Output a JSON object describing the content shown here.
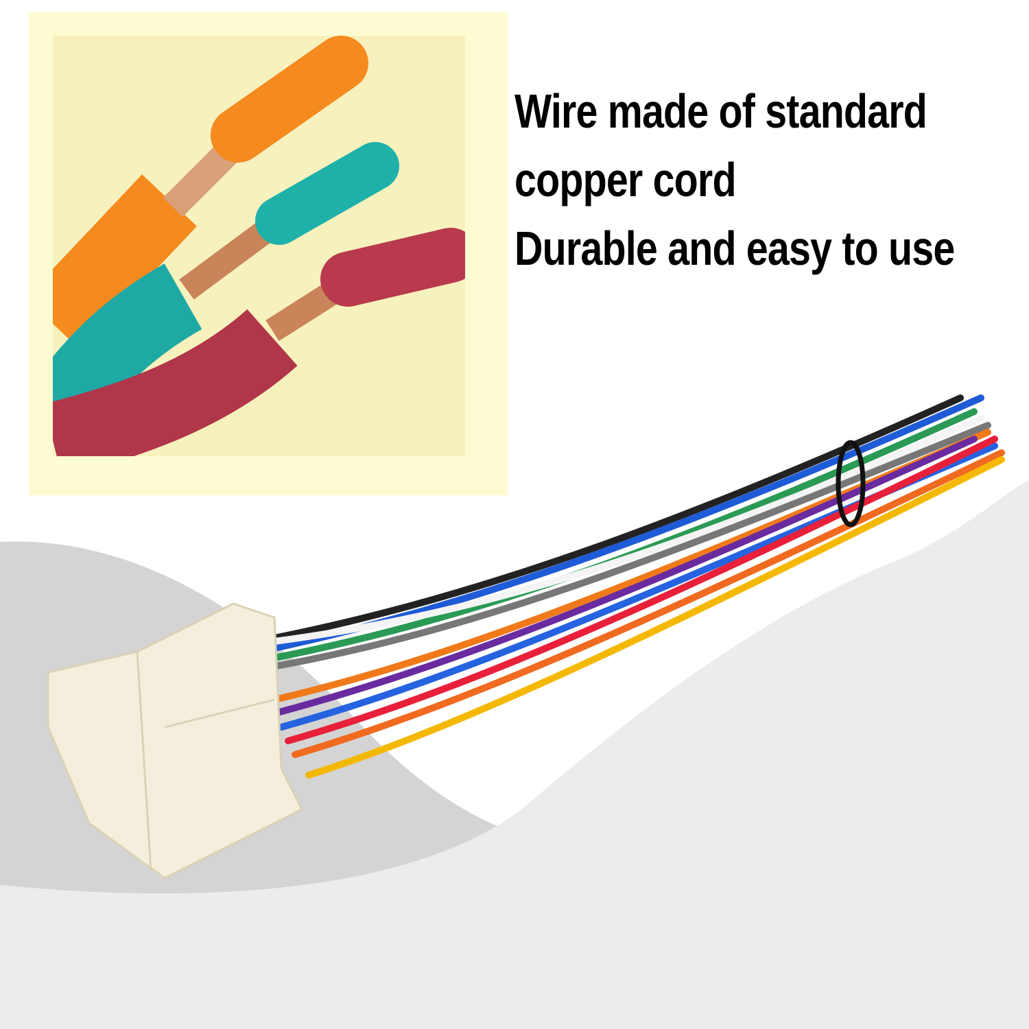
{
  "headline": {
    "line1": "Wire made of standard",
    "line2": "copper cord",
    "line3": "Durable and easy to use"
  },
  "colors": {
    "frame": "#fdfbd2",
    "inset_background": "#f7f1bd",
    "orange_wire": "#f58a1f",
    "teal_wire": "#1fa9a5",
    "red_wire": "#b0364a",
    "copper": "#c9845a",
    "connector": "#f4efdc",
    "background_gray": "#d6d6d6"
  }
}
